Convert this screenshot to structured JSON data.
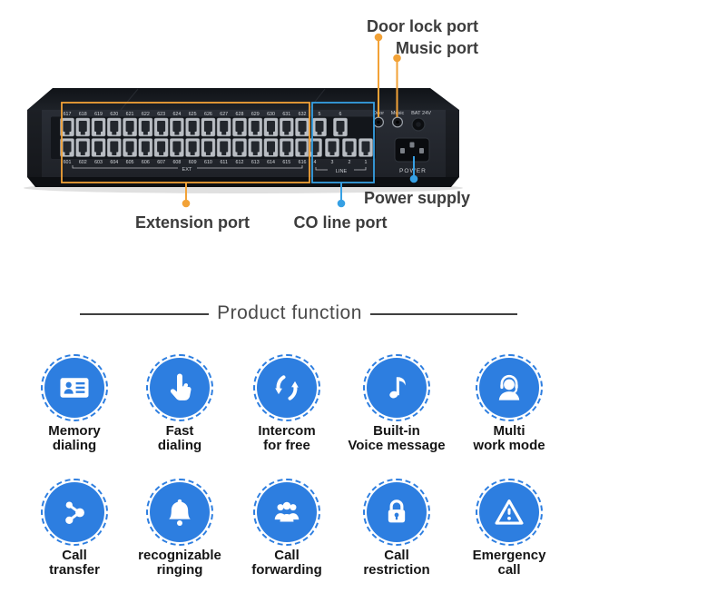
{
  "colors": {
    "icon_blue": "#2d7ee0",
    "annotation_orange": "#f2a237",
    "annotation_blue": "#36a0e4",
    "callout_text": "#3c3c3c"
  },
  "device": {
    "ext_top_ports": [
      "617",
      "618",
      "619",
      "620",
      "621",
      "622",
      "623",
      "624",
      "625",
      "626",
      "627",
      "628",
      "629",
      "630",
      "631",
      "632"
    ],
    "ext_bottom_ports": [
      "601",
      "602",
      "603",
      "604",
      "605",
      "606",
      "607",
      "608",
      "609",
      "610",
      "611",
      "612",
      "613",
      "614",
      "615",
      "616"
    ],
    "co_top_ports": [
      "5",
      "6"
    ],
    "co_bottom_ports": [
      "4",
      "3",
      "2",
      "1"
    ],
    "ext_group_label": "EXT",
    "co_group_label": "LINE",
    "door_jack_label": "Door",
    "music_jack_label": "Music",
    "battery_label": "BAT 24V",
    "power_label": "POWER"
  },
  "annotations": {
    "door_lock_port": "Door lock port",
    "music_port": "Music port",
    "power_supply": "Power supply",
    "extension_port": "Extension port",
    "co_line_port": "CO line port"
  },
  "section_title": "Product function",
  "features": [
    {
      "icon": "id-card",
      "line1": "Memory",
      "line2": "dialing"
    },
    {
      "icon": "pointing-hand",
      "line1": "Fast",
      "line2": "dialing"
    },
    {
      "icon": "cycle-arrows",
      "line1": "Intercom",
      "line2": "for free"
    },
    {
      "icon": "music-note",
      "line1": "Built-in",
      "line2": "Voice message"
    },
    {
      "icon": "headset-agent",
      "line1": "Multi",
      "line2": "work mode"
    },
    {
      "icon": "share-nodes",
      "line1": "Call",
      "line2": "transfer"
    },
    {
      "icon": "bell",
      "line1": "recognizable",
      "line2": "ringing"
    },
    {
      "icon": "people-group",
      "line1": "Call",
      "line2": "forwarding"
    },
    {
      "icon": "padlock",
      "line1": "Call",
      "line2": "restriction"
    },
    {
      "icon": "warning-triangle",
      "line1": "Emergency",
      "line2": "call"
    }
  ]
}
